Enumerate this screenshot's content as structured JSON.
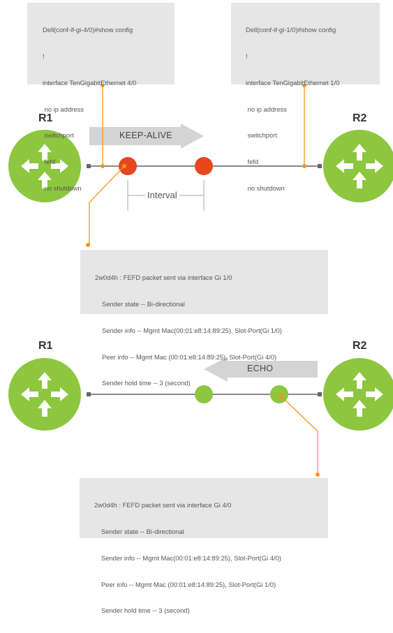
{
  "top": {
    "r1_label": "R1",
    "r2_label": "R2",
    "left_config": [
      "Dell(conf-if-gi-4/0)#show config",
      "!",
      "interface TenGigabitEthernet 4/0",
      " no ip address",
      " switchport",
      " fefd",
      " no shutdown"
    ],
    "right_config": [
      "Dell(conf-if-gi-1/0)#show config",
      "!",
      "interface TenGigabitEthernet 1/0",
      " no ip address",
      " switchport",
      " fefd",
      " no shutdown"
    ],
    "arrow_label": "KEEP-ALIVE",
    "interval_label": "Interval",
    "log": {
      "header": "2w0d4h : FEFD packet sent via interface Gi 1/0",
      "lines": [
        "Sender state -- Bi-directional",
        "Sender info -- Mgmt Mac(00:01:e8:14:89:25), Slot-Port(Gi 1/0)",
        "Peer info -- Mgmt Mac (00:01:e8:14:89:25), Slot-Port(Gi 4/0)",
        "Sender hold time -- 3 (second)"
      ]
    }
  },
  "bottom": {
    "r1_label": "R1",
    "r2_label": "R2",
    "arrow_label": "ECHO",
    "log": {
      "header": "2w0d4h : FEFD packet sent via interface Gi 4/0",
      "lines": [
        "Sender state -- Bi-directional",
        "Sender info -- Mgmt Mac(00:01:e8:14:89:25), Slot-Port(Gi 4/0)",
        "Peer info -- Mgmt Mac (00:01:e8:14:89:25), Slot-Port(Gi 1/0)",
        "Sender hold time -- 3 (second)"
      ]
    }
  },
  "colors": {
    "router_green": "#8dc63f",
    "packet_red": "#e8461e",
    "packet_green": "#8dc63f",
    "callout_orange": "#f7941d",
    "box_gray": "#e6e6e6",
    "arrow_gray": "#d4d4d4",
    "link_gray": "#888888"
  }
}
